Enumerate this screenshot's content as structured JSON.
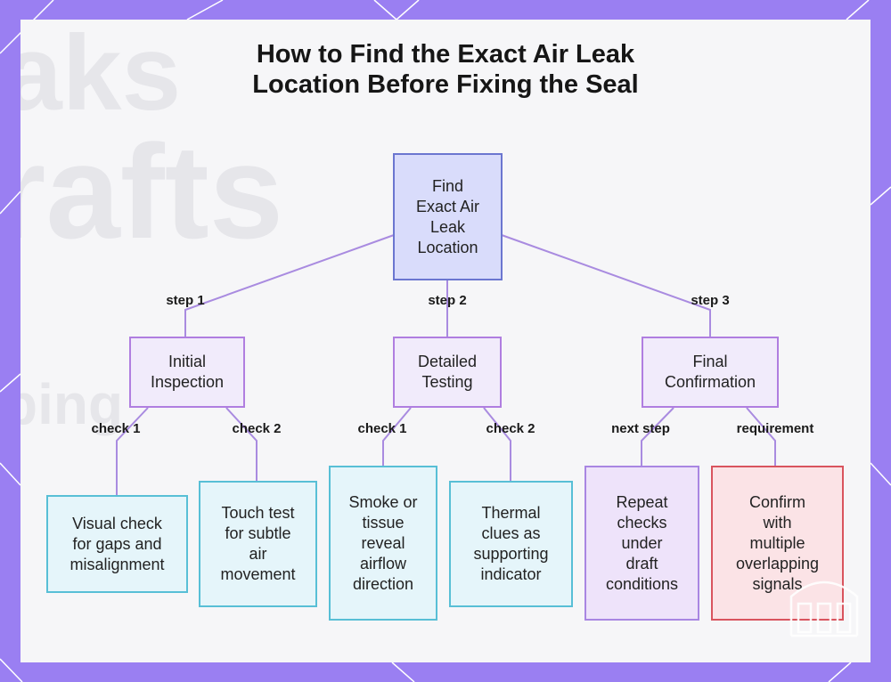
{
  "title_lines": [
    "How to Find the Exact Air Leak",
    "Location Before Fixing the Seal"
  ],
  "nodes": {
    "root": [
      "Find",
      "Exact Air",
      "Leak",
      "Location"
    ],
    "initial": [
      "Initial",
      "Inspection"
    ],
    "detailed": [
      "Detailed",
      "Testing"
    ],
    "final": [
      "Final",
      "Confirmation"
    ],
    "visual": [
      "Visual check",
      "for gaps and",
      "misalignment"
    ],
    "touch": [
      "Touch test",
      "for subtle",
      "air",
      "movement"
    ],
    "smoke": [
      "Smoke or",
      "tissue",
      "reveal",
      "airflow",
      "direction"
    ],
    "thermal": [
      "Thermal",
      "clues as",
      "supporting",
      "indicator"
    ],
    "repeat": [
      "Repeat",
      "checks",
      "under",
      "draft",
      "conditions"
    ],
    "confirm": [
      "Confirm",
      "with",
      "multiple",
      "overlapping",
      "signals"
    ]
  },
  "edge_labels": {
    "step1": "step 1",
    "step2": "step 2",
    "step3": "step 3",
    "check1a": "check 1",
    "check2a": "check 2",
    "check1b": "check 1",
    "check2b": "check 2",
    "next_step": "next step",
    "requirement": "requirement"
  },
  "colors": {
    "edge": "#a98be0",
    "root_fill": "#d9dcfb",
    "root_border": "#6b76d0",
    "step_fill": "#f1ebfb",
    "step_border": "#b07ee0",
    "cyan_border": "#58bfd6",
    "red_border": "#d9545e"
  },
  "background_letters": [
    "aks",
    "rafts",
    "ping"
  ]
}
